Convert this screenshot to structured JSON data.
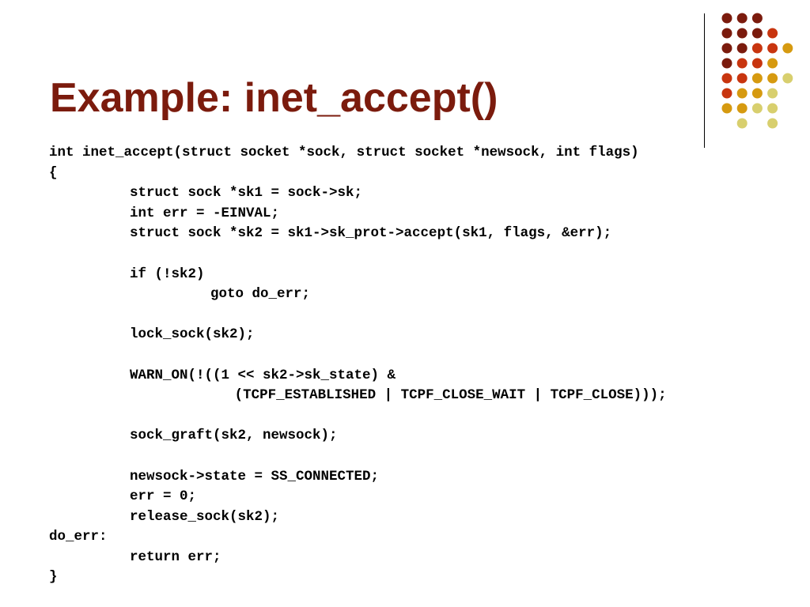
{
  "slide": {
    "title": "Example: inet_accept()",
    "palette": [
      "#7b1b0d",
      "#c8350f",
      "#d69a10",
      "#d8cf6e"
    ],
    "code_lines": [
      {
        "indent": 0,
        "text": "int inet_accept(struct socket *sock, struct socket *newsock, int flags)"
      },
      {
        "indent": 0,
        "text": "{"
      },
      {
        "indent": 1,
        "text": "struct sock *sk1 = sock->sk;"
      },
      {
        "indent": 1,
        "text": "int err = -EINVAL;"
      },
      {
        "indent": 1,
        "text": "struct sock *sk2 = sk1->sk_prot->accept(sk1, flags, &err);"
      },
      {
        "indent": 0,
        "text": ""
      },
      {
        "indent": 1,
        "text": "if (!sk2)"
      },
      {
        "indent": 2,
        "text": "goto do_err;"
      },
      {
        "indent": 0,
        "text": ""
      },
      {
        "indent": 1,
        "text": "lock_sock(sk2);"
      },
      {
        "indent": 0,
        "text": ""
      },
      {
        "indent": 1,
        "text": "WARN_ON(!((1 << sk2->sk_state) &"
      },
      {
        "indent": 2.3,
        "text": "(TCPF_ESTABLISHED | TCPF_CLOSE_WAIT | TCPF_CLOSE)));"
      },
      {
        "indent": 0,
        "text": ""
      },
      {
        "indent": 1,
        "text": "sock_graft(sk2, newsock);"
      },
      {
        "indent": 0,
        "text": ""
      },
      {
        "indent": 1,
        "text": "newsock->state = SS_CONNECTED;"
      },
      {
        "indent": 1,
        "text": "err = 0;"
      },
      {
        "indent": 1,
        "text": "release_sock(sk2);"
      },
      {
        "indent": 0,
        "text": "do_err:"
      },
      {
        "indent": 1,
        "text": "return err;"
      },
      {
        "indent": 0,
        "text": "}"
      }
    ]
  }
}
